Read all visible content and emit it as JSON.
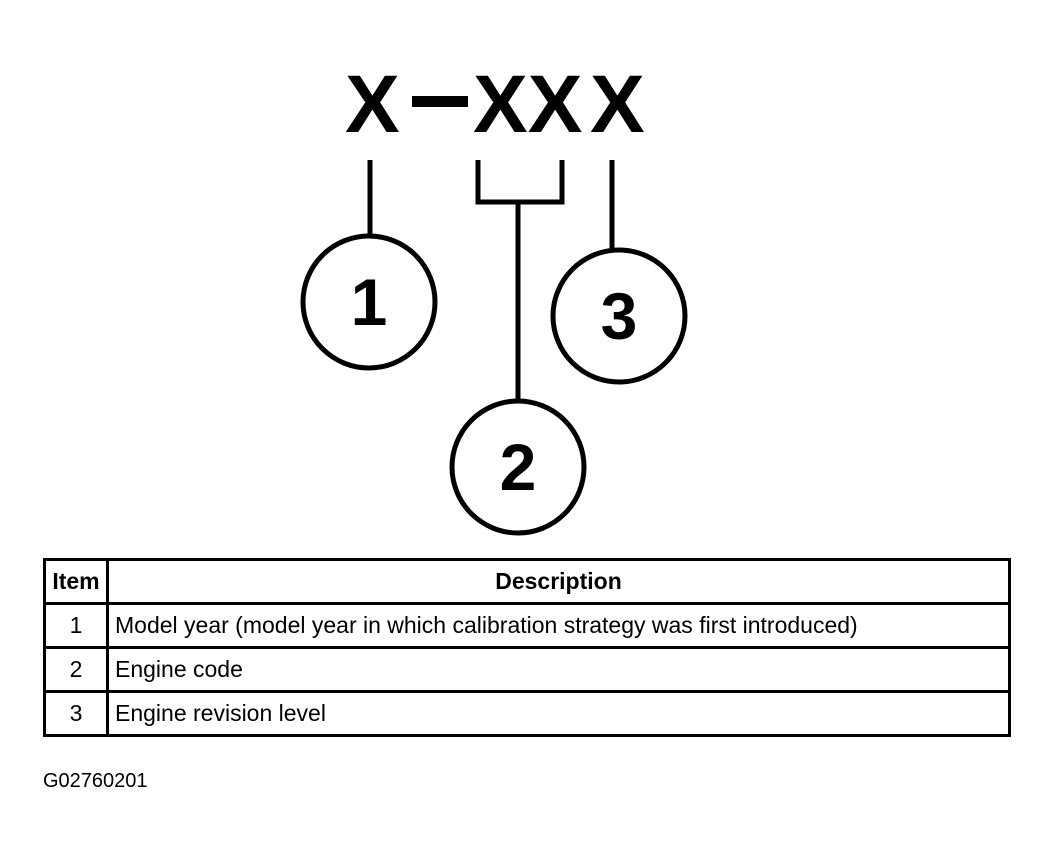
{
  "diagram": {
    "code": {
      "part1": "X",
      "dash": "—",
      "part2": "XX",
      "part3": "X"
    },
    "callouts": [
      "1",
      "2",
      "3"
    ]
  },
  "table": {
    "headers": {
      "item": "Item",
      "description": "Description"
    },
    "rows": [
      {
        "item": "1",
        "description": "Model year (model year in which calibration strategy was first introduced)"
      },
      {
        "item": "2",
        "description": "Engine code"
      },
      {
        "item": "3",
        "description": "Engine revision level"
      }
    ]
  },
  "figure_id": "G02760201"
}
